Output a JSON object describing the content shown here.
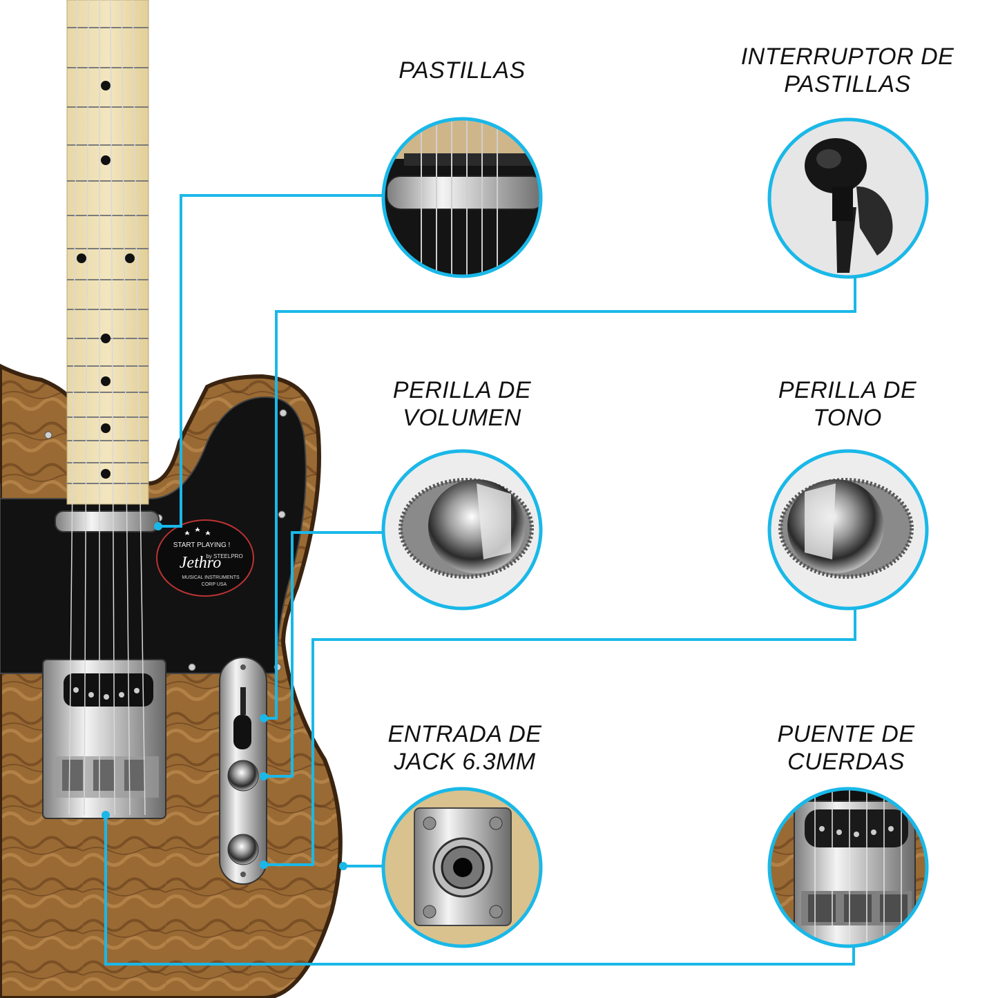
{
  "accent_color": "#1ab8e8",
  "brand_badge": {
    "tagline": "START PLAYING !",
    "brand": "Jethro",
    "sub_brand": "by STEELPRO",
    "company_line1": "MUSICAL INSTRUMENTS",
    "company_line2": "CORP USA"
  },
  "callouts": [
    {
      "id": "pastillas",
      "lines": [
        "PASTILLAS"
      ],
      "icon": "pickup-closeup"
    },
    {
      "id": "interruptor",
      "lines": [
        "INTERRUPTOR DE",
        "PASTILLAS"
      ],
      "icon": "selector-switch-closeup"
    },
    {
      "id": "volumen",
      "lines": [
        "PERILLA DE",
        "VOLUMEN"
      ],
      "icon": "chrome-knob-closeup"
    },
    {
      "id": "tono",
      "lines": [
        "PERILLA DE",
        "TONO"
      ],
      "icon": "chrome-knob-closeup"
    },
    {
      "id": "jack",
      "lines": [
        "ENTRADA DE",
        "JACK 6.3MM"
      ],
      "icon": "jack-input-closeup"
    },
    {
      "id": "puente",
      "lines": [
        "PUENTE DE",
        "CUERDAS"
      ],
      "icon": "bridge-closeup"
    }
  ]
}
